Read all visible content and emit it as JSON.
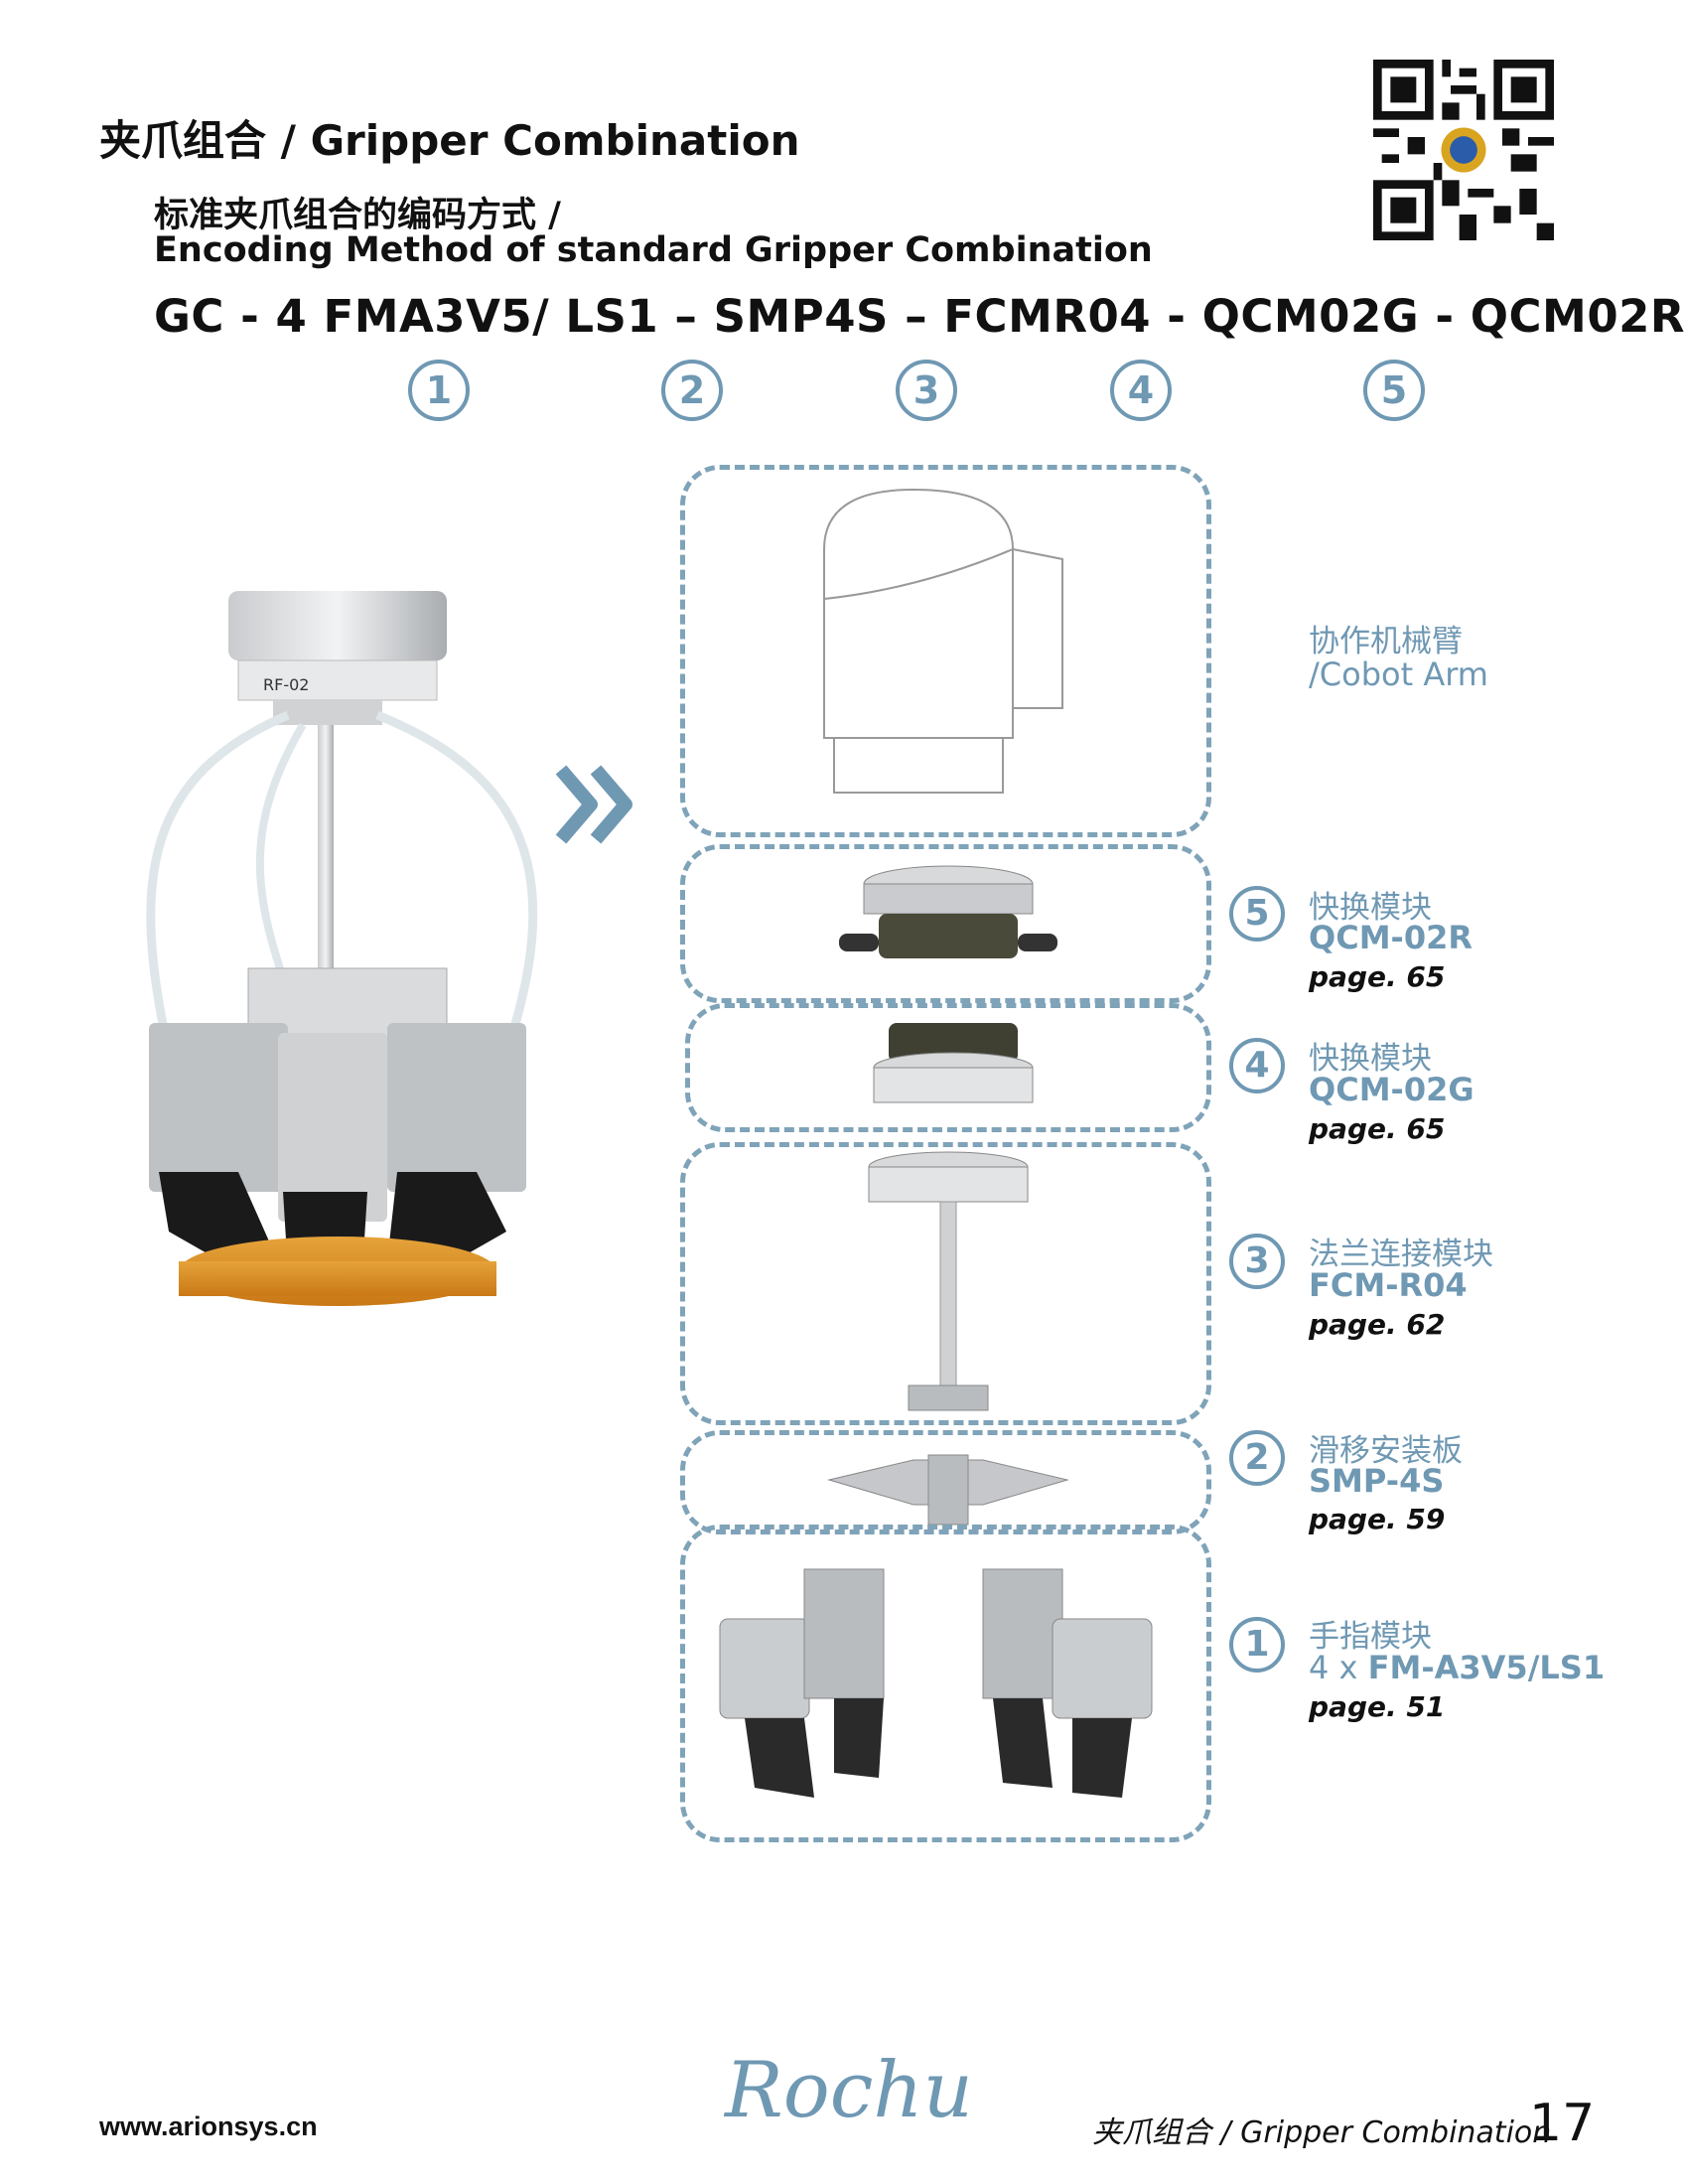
{
  "header": {
    "title": "夹爪组合 / Gripper Combination",
    "subtitle_cn": "标准夹爪组合的编码方式 /",
    "subtitle_en": "Encoding Method of standard Gripper Combination",
    "code": "GC - 4 FMA3V5/ LS1 – SMP4S – FCMR04 - QCM02G - QCM02R",
    "code_markers": [
      "①",
      "②",
      "③",
      "④",
      "⑤"
    ]
  },
  "modules": [
    {
      "cn": "协作机械臂",
      "en": "/Cobot Arm"
    },
    {
      "marker": "5",
      "cn": "快换模块",
      "en": "QCM-02R",
      "page": "page. 65"
    },
    {
      "marker": "4",
      "cn": "快换模块",
      "en": "QCM-02G",
      "page": "page. 65"
    },
    {
      "marker": "3",
      "cn": "法兰连接模块",
      "en": "FCM-R04",
      "page": "page. 62"
    },
    {
      "marker": "2",
      "cn": "滑移安装板",
      "en": "SMP-4S",
      "page": "page. 59"
    },
    {
      "marker": "1",
      "cn": "手指模块",
      "en_prefix": "4 x ",
      "en": "FM-A3V5/LS1",
      "page": "page. 51"
    }
  ],
  "product_photo": {
    "label": "RF-02"
  },
  "footer": {
    "url": "www.arionsys.cn",
    "logo": "Rochu",
    "section": "夹爪组合 / Gripper Combination",
    "page_number": "17"
  },
  "colors": {
    "accent": "#6f98b3",
    "text": "#111111"
  }
}
